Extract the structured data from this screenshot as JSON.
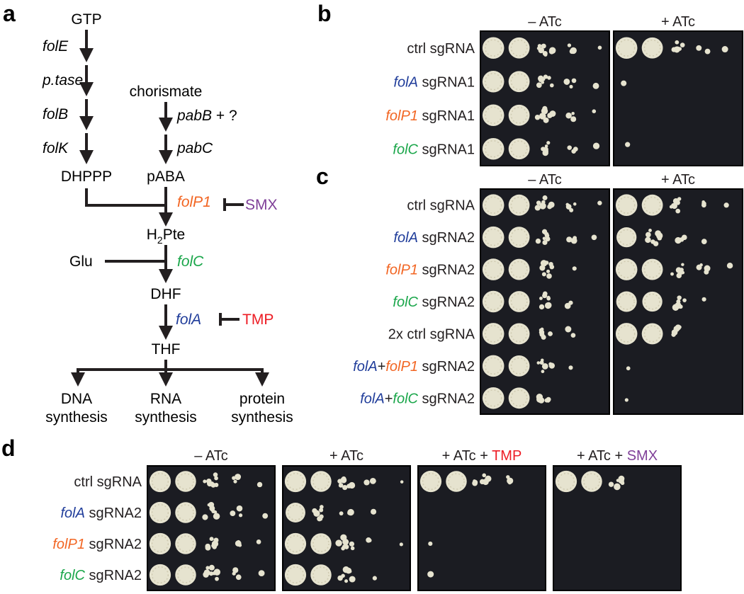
{
  "colors": {
    "text": "#231f20",
    "folA": "#1f3c9a",
    "folP1": "#f26522",
    "folC": "#1aa64a",
    "TMP": "#ed1c24",
    "SMX": "#7f3f98",
    "plate_bg": "#1b1c22",
    "colony": "#e6e3cf"
  },
  "panel_a": {
    "label": "a",
    "nodes": {
      "gtp": "GTP",
      "chorismate": "chorismate",
      "dhppp": "DHPPP",
      "paba": "pABA",
      "h2pte_h": "H",
      "h2pte_sub": "2",
      "h2pte_rest": "Pte",
      "glu": "Glu",
      "dhf": "DHF",
      "thf": "THF",
      "dna_1": "DNA",
      "dna_2": "synthesis",
      "rna_1": "RNA",
      "rna_2": "synthesis",
      "protein_1": "protein",
      "protein_2": "synthesis"
    },
    "enzymes": {
      "folE": "folE",
      "ptase": "p.tase",
      "folB": "folB",
      "folK": "folK",
      "pabB": "pabB",
      "pabB_suffix": " + ?",
      "pabC": "pabC",
      "folP1": "folP1",
      "folC": "folC",
      "folA": "folA"
    },
    "inhibitors": {
      "SMX": "SMX",
      "TMP": "TMP"
    }
  },
  "panel_b": {
    "label": "b",
    "conditions": [
      "– ATc",
      "+ ATc"
    ],
    "rows": [
      {
        "gene": "",
        "suffix": "ctrl sgRNA"
      },
      {
        "gene": "folA",
        "suffix": " sgRNA1"
      },
      {
        "gene": "folP1",
        "suffix": " sgRNA1"
      },
      {
        "gene": "folC",
        "suffix": " sgRNA1"
      }
    ],
    "growth_minus_atc": [
      [
        1,
        0.9,
        0.6,
        0.2,
        0.1
      ],
      [
        1,
        0.9,
        0.6,
        0.25,
        0.1
      ],
      [
        1,
        0.9,
        0.6,
        0.2,
        0.1
      ],
      [
        1,
        0.9,
        0.5,
        0.2,
        0.1
      ]
    ],
    "growth_plus_atc": [
      [
        1,
        0.9,
        0.45,
        0.15,
        0.1
      ],
      [
        0.05,
        0,
        0,
        0,
        0
      ],
      [
        0,
        0,
        0,
        0,
        0
      ],
      [
        0.05,
        0,
        0,
        0,
        0
      ]
    ]
  },
  "panel_c": {
    "label": "c",
    "conditions": [
      "– ATc",
      "+ ATc"
    ],
    "row_labels": [
      [
        {
          "t": "ctrl sgRNA",
          "g": "text"
        }
      ],
      [
        {
          "t": "folA",
          "g": "folA"
        },
        {
          "t": " sgRNA2",
          "g": "text"
        }
      ],
      [
        {
          "t": "folP1",
          "g": "folP1"
        },
        {
          "t": " sgRNA2",
          "g": "text"
        }
      ],
      [
        {
          "t": "folC",
          "g": "folC"
        },
        {
          "t": " sgRNA2",
          "g": "text"
        }
      ],
      [
        {
          "t": "2x ctrl sgRNA",
          "g": "text"
        }
      ],
      [
        {
          "t": "folA",
          "g": "folA"
        },
        {
          "t": "+",
          "g": "text"
        },
        {
          "t": "folP1",
          "g": "folP1"
        },
        {
          "t": " sgRNA2",
          "g": "text"
        }
      ],
      [
        {
          "t": "folA",
          "g": "folA"
        },
        {
          "t": "+",
          "g": "text"
        },
        {
          "t": "folC",
          "g": "folC"
        },
        {
          "t": " sgRNA2",
          "g": "text"
        }
      ]
    ],
    "growth_minus_atc": [
      [
        1,
        0.9,
        0.6,
        0.25,
        0.1
      ],
      [
        1,
        0.9,
        0.6,
        0.2,
        0.1
      ],
      [
        1,
        0.9,
        0.6,
        0.1,
        0
      ],
      [
        1,
        0.9,
        0.6,
        0.15,
        0
      ],
      [
        1,
        0.9,
        0.5,
        0.15,
        0
      ],
      [
        1,
        0.9,
        0.5,
        0.1,
        0
      ],
      [
        1,
        0.9,
        0.5,
        0,
        0
      ]
    ],
    "growth_plus_atc": [
      [
        1,
        0.9,
        0.5,
        0.2,
        0.1
      ],
      [
        0.7,
        0.6,
        0.3,
        0.1,
        0
      ],
      [
        1,
        0.9,
        0.6,
        0.3,
        0.1
      ],
      [
        0.8,
        0.7,
        0.4,
        0.1,
        0
      ],
      [
        1,
        0.9,
        0.4,
        0,
        0
      ],
      [
        0.1,
        0,
        0,
        0,
        0
      ],
      [
        0.05,
        0,
        0,
        0,
        0
      ]
    ]
  },
  "panel_d": {
    "label": "d",
    "conditions": [
      [
        {
          "t": "– ATc",
          "g": "text"
        }
      ],
      [
        {
          "t": "+ ATc",
          "g": "text"
        }
      ],
      [
        {
          "t": "+ ATc + ",
          "g": "text"
        },
        {
          "t": "TMP",
          "g": "TMP"
        }
      ],
      [
        {
          "t": "+ ATc + ",
          "g": "text"
        },
        {
          "t": "SMX",
          "g": "SMX"
        }
      ]
    ],
    "rows": [
      {
        "gene": "",
        "suffix": "ctrl sgRNA"
      },
      {
        "gene": "folA",
        "suffix": " sgRNA2"
      },
      {
        "gene": "folP1",
        "suffix": " sgRNA2"
      },
      {
        "gene": "folC",
        "suffix": " sgRNA2"
      }
    ],
    "growth": [
      [
        [
          1,
          0.9,
          0.6,
          0.2,
          0.1
        ],
        [
          1,
          0.9,
          0.6,
          0.2,
          0.1
        ],
        [
          1,
          0.9,
          0.6,
          0.2,
          0.1
        ],
        [
          1,
          0.9,
          0.6,
          0.2,
          0.1
        ]
      ],
      [
        [
          1,
          0.9,
          0.5,
          0.2,
          0.1
        ],
        [
          0.7,
          0.6,
          0.3,
          0.1,
          0
        ],
        [
          1,
          0.9,
          0.6,
          0.2,
          0.1
        ],
        [
          1,
          0.9,
          0.5,
          0.1,
          0
        ]
      ],
      [
        [
          1,
          0.9,
          0.5,
          0.2,
          0
        ],
        [
          0,
          0,
          0,
          0,
          0
        ],
        [
          0.05,
          0,
          0,
          0,
          0
        ],
        [
          0.05,
          0,
          0,
          0,
          0
        ]
      ],
      [
        [
          1,
          0.9,
          0.4,
          0,
          0
        ],
        [
          0,
          0,
          0,
          0,
          0
        ],
        [
          0,
          0,
          0,
          0,
          0
        ],
        [
          0,
          0,
          0,
          0,
          0
        ]
      ]
    ]
  }
}
